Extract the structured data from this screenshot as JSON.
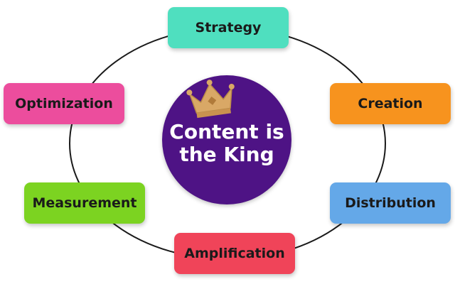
{
  "center": {
    "text": "Content is\nthe King",
    "icon": "crown-icon",
    "color": "#4e1385"
  },
  "nodes": [
    {
      "id": "strategy",
      "label": "Strategy",
      "color": "#4fdfbf"
    },
    {
      "id": "creation",
      "label": "Creation",
      "color": "#f7931e"
    },
    {
      "id": "distribution",
      "label": "Distribution",
      "color": "#64a8e8"
    },
    {
      "id": "amplification",
      "label": "Amplification",
      "color": "#f04459"
    },
    {
      "id": "measurement",
      "label": "Measurement",
      "color": "#7cd321"
    },
    {
      "id": "optimization",
      "label": "Optimization",
      "color": "#ec4d9d"
    }
  ]
}
